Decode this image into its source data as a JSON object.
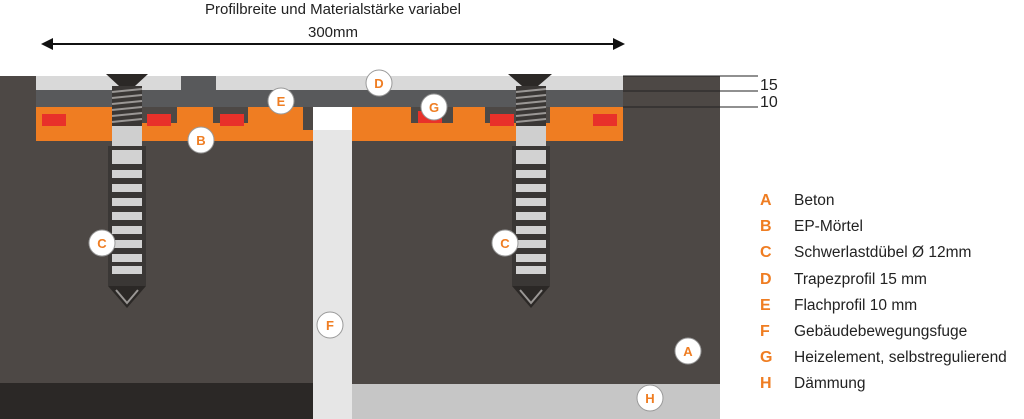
{
  "header": {
    "title": "Profilbreite und Materialstärke variabel",
    "width_label": "300mm"
  },
  "dimensions": {
    "top_layer": "15",
    "second_layer": "10"
  },
  "markers": {
    "a": "A",
    "b": "B",
    "c_left": "C",
    "c_right": "C",
    "d": "D",
    "e": "E",
    "f": "F",
    "g": "G",
    "h": "H"
  },
  "legend": [
    {
      "letter": "A",
      "text": "Beton"
    },
    {
      "letter": "B",
      "text": "EP-Mörtel"
    },
    {
      "letter": "C",
      "text": "Schwerlastdübel Ø 12mm"
    },
    {
      "letter": "D",
      "text": "Trapezprofil 15 mm"
    },
    {
      "letter": "E",
      "text": "Flachprofil 10 mm"
    },
    {
      "letter": "F",
      "text": "Gebäudebewegungsfuge"
    },
    {
      "letter": "G",
      "text": "Heizelement, selbstregulierend"
    },
    {
      "letter": "H",
      "text": "Dämmung"
    }
  ],
  "colors": {
    "concrete": "#4d4845",
    "concrete_dark": "#2b2826",
    "joint": "#e6e6e6",
    "insulation": "#c6c6c6",
    "profile_light": "#d9d9d9",
    "profile_dark": "#58595b",
    "mortar": "#ef7d22",
    "heater": "#e8312a",
    "accent": "#ef7d22"
  }
}
